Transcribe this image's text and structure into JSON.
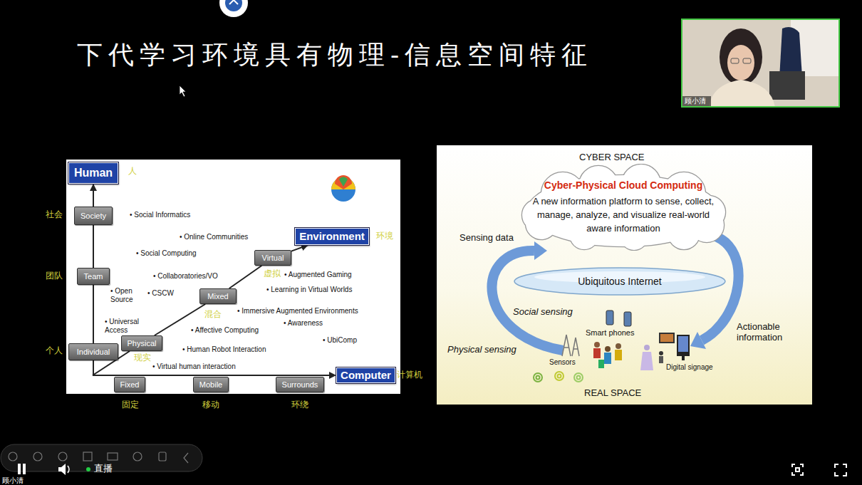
{
  "diagram": {
    "title": "下代学习环境具有物理-信息空间特征",
    "nodes": [
      {
        "text": [
          "Human"
        ]
      },
      {
        "text": [
          "Environment"
        ]
      },
      {
        "text": [
          "Society"
        ]
      },
      {
        "text": [
          "Team"
        ]
      },
      {
        "text": [
          "Virtual"
        ]
      },
      {
        "text": [
          "Mixed"
        ]
      },
      {
        "text": [
          "Individual"
        ]
      },
      {
        "text": [
          "Physical"
        ]
      },
      {
        "text": [
          "Computer"
        ]
      },
      {
        "text": [
          "Fixed"
        ]
      },
      {
        "text": [
          "Mobile"
        ]
      },
      {
        "text": [
          "Surrounds"
        ]
      },
      {
        "text": [
          "Cyber-Physical Cloud Computing",
          "A new information platform to sense, collect, manage, analyze, and visualize real-world aware information"
        ]
      },
      {
        "text": [
          "Ubiquitous Internet"
        ]
      }
    ],
    "edges": [
      {
        "from": 6,
        "to": 3,
        "arrow": "none"
      },
      {
        "from": 3,
        "to": 2,
        "arrow": "none"
      },
      {
        "from": 2,
        "to": 0,
        "arrow": "to"
      },
      {
        "from": 7,
        "to": 5,
        "arrow": "none"
      },
      {
        "from": 5,
        "to": 4,
        "arrow": "none"
      },
      {
        "from": 4,
        "to": 1,
        "arrow": "to"
      }
    ],
    "labels": [
      "人",
      "社会",
      "团队",
      "个人",
      "环境",
      "虚拟",
      "混合",
      "现实",
      "计算机",
      "固定",
      "移动",
      "环绕",
      "• Social Informatics",
      "• Online Communities",
      "• Social Computing",
      "• Collaboratories/VO",
      "• Open Source",
      "• CSCW",
      "• Universal Access",
      "• Augmented Gaming",
      "• Learning in Virtual Worlds",
      "• Immersive Augmented Environments",
      "• Awareness",
      "• Affective Computing",
      "• UbiComp",
      "• Human Robot Interaction",
      "• Virtual human interaction",
      "CYBER SPACE",
      "Sensing data",
      "Social sensing",
      "Physical sensing",
      "Smart phones",
      "Sensors",
      "Digital signage",
      "Actionable information",
      "REAL SPACE",
      "顾小清",
      "直播",
      "顾小清"
    ]
  }
}
